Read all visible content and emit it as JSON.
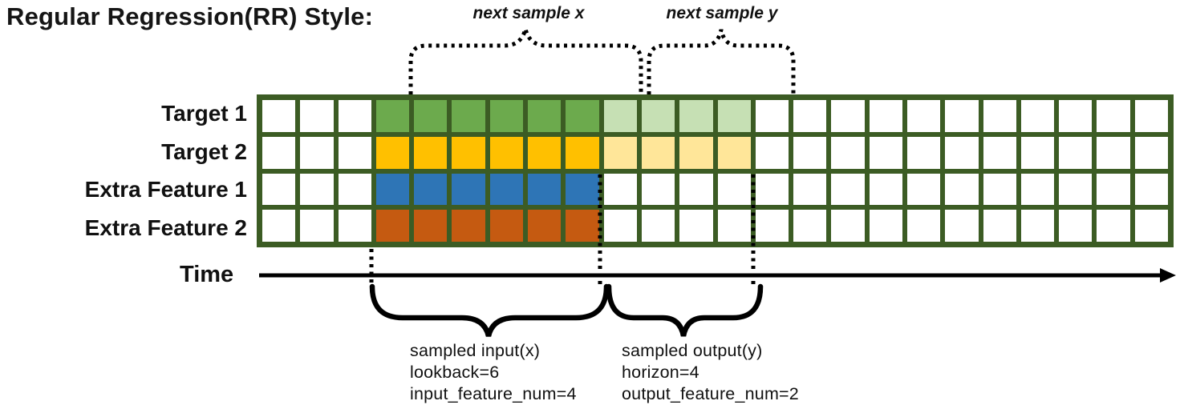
{
  "title": "Regular Regression(RR) Style:",
  "annotations": {
    "next_sample_x": "next sample x",
    "next_sample_y": "next sample y",
    "time_label": "Time",
    "input_block": {
      "line1": "sampled input(x)",
      "line2": "lookback=6",
      "line3": "input_feature_num=4"
    },
    "output_block": {
      "line1": "sampled output(y)",
      "line2": "horizon=4",
      "line3": "output_feature_num=2"
    }
  },
  "grid": {
    "columns": 24,
    "lead_cols": 3,
    "input_cols": 6,
    "output_cols": 4,
    "trail_cols": 11,
    "border_color": "#3C5C24",
    "cell_color": "#FFFFFF",
    "rows": [
      {
        "label": "Target 1",
        "input_color": "#6CAA4D",
        "output_color": "#C6E0B4"
      },
      {
        "label": "Target 2",
        "input_color": "#FFC000",
        "output_color": "#FFE699"
      },
      {
        "label": "Extra Feature 1",
        "input_color": "#2E75B6",
        "output_color": "#FFFFFF"
      },
      {
        "label": "Extra Feature 2",
        "input_color": "#C55A11",
        "output_color": "#FFFFFF"
      }
    ]
  },
  "colors": {
    "line_black": "#000000",
    "text_black": "#111111"
  }
}
